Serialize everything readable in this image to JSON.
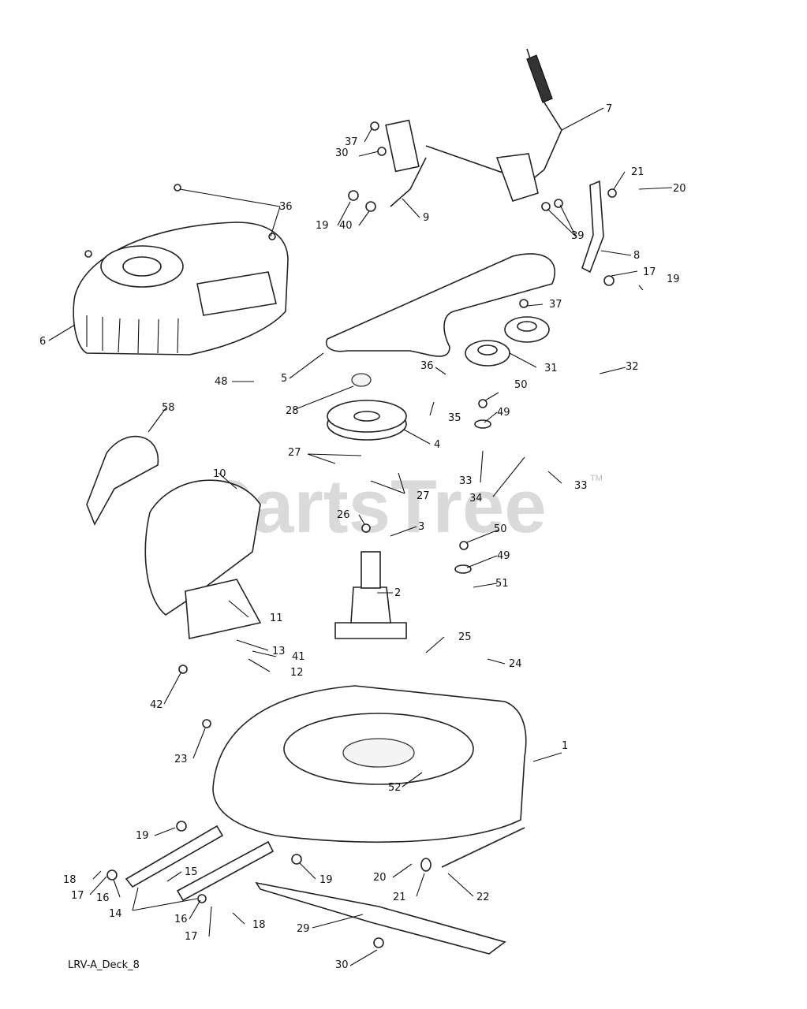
{
  "watermark": {
    "brand": "PartsTree",
    "tm": "TM"
  },
  "diagram_id": "LRV-A_Deck_8",
  "callouts": [
    "1",
    "2",
    "3",
    "4",
    "5",
    "6",
    "7",
    "8",
    "9",
    "10",
    "11",
    "12",
    "13",
    "14",
    "15",
    "16",
    "16",
    "17",
    "17",
    "17",
    "18",
    "18",
    "19",
    "19",
    "19",
    "19",
    "20",
    "20",
    "21",
    "21",
    "22",
    "23",
    "24",
    "25",
    "26",
    "27",
    "27",
    "28",
    "29",
    "30",
    "30",
    "31",
    "32",
    "33",
    "33",
    "34",
    "35",
    "36",
    "36",
    "37",
    "37",
    "39",
    "40",
    "41",
    "42",
    "48",
    "49",
    "49",
    "50",
    "50",
    "51",
    "52",
    "58"
  ]
}
